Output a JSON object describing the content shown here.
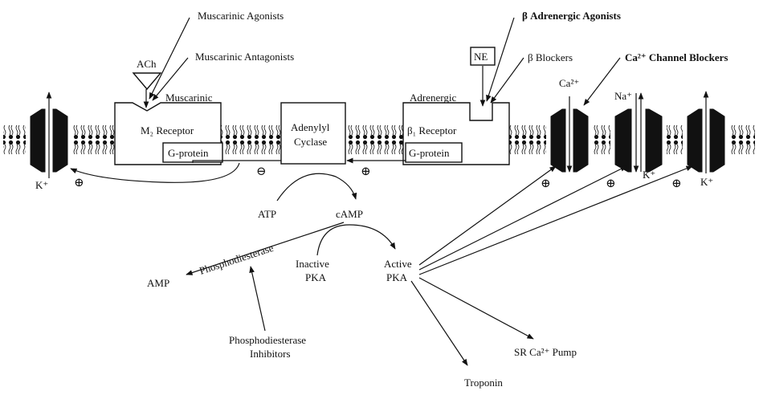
{
  "labels": {
    "muscarinic_agonists": "Muscarinic Agonists",
    "muscarinic_antagonists": "Muscarinic Antagonists",
    "ach": "ACh",
    "muscarinic": "Muscarinic",
    "m2_receptor": "M₂ Receptor",
    "g_protein_left": "G-protein",
    "adenylyl": "Adenylyl",
    "cyclase": "Cyclase",
    "adrenergic": "Adrenergic",
    "b1_receptor": "β₁ Receptor",
    "g_protein_right": "G-protein",
    "ne": "NE",
    "beta_agonists": "β Adrenergic Agonists",
    "beta_blockers": "β Blockers",
    "ca_channel_blockers": "Ca²⁺ Channel Blockers",
    "ca2": "Ca²⁺",
    "na": "Na⁺",
    "k_left": "K⁺",
    "k_mid": "K⁺",
    "k_right": "K⁺",
    "atp": "ATP",
    "camp": "cAMP",
    "inactive": "Inactive",
    "pka_inactive": "PKA",
    "active": "Active",
    "pka_active": "PKA",
    "amp": "AMP",
    "phosphodiesterase": "Phosphodiesterase",
    "pde_inhibitors_1": "Phosphodiesterase",
    "pde_inhibitors_2": "Inhibitors",
    "sr_pump": "SR Ca²⁺ Pump",
    "troponin": "Troponin",
    "plus": "⊕",
    "minus": "⊖"
  }
}
